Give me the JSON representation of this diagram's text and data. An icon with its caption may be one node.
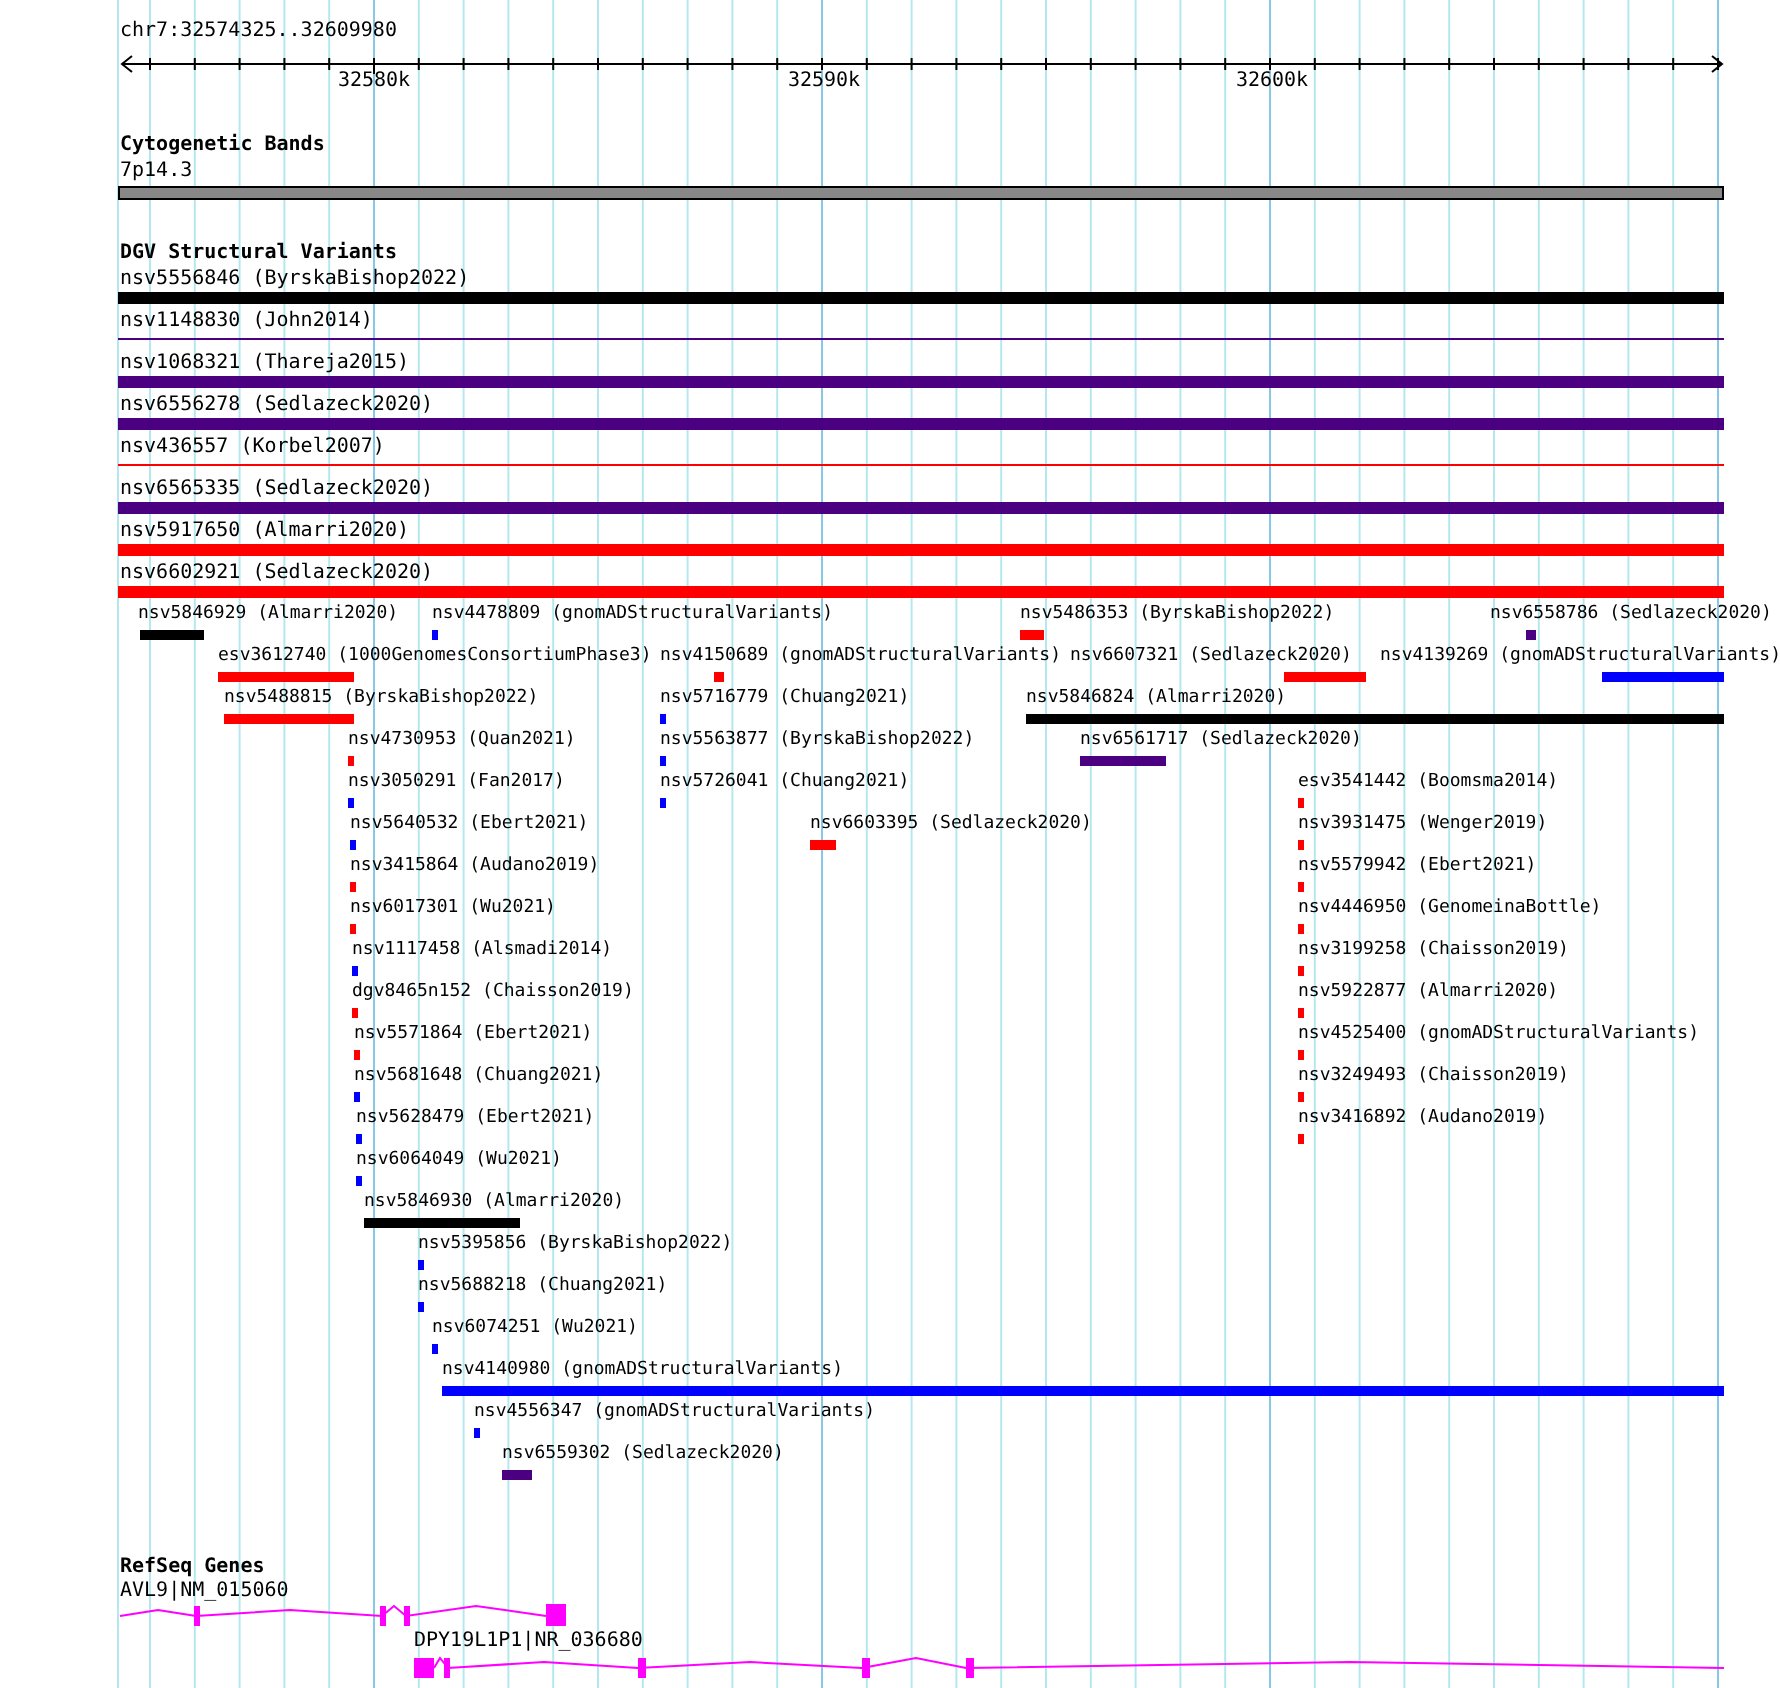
{
  "diagram": {
    "labels": [
      "chr7:32574325..32609980",
      "32580k",
      "32590k",
      "32600k",
      "Cytogenetic Bands",
      "7p14.3",
      "DGV Structural Variants",
      "nsv5556846 (ByrskaBishop2022)",
      "nsv1148830 (John2014)",
      "nsv1068321 (Thareja2015)",
      "nsv6556278 (Sedlazeck2020)",
      "nsv436557 (Korbel2007)",
      "nsv6565335 (Sedlazeck2020)",
      "nsv5917650 (Almarri2020)",
      "nsv6602921 (Sedlazeck2020)",
      "nsv5846929 (Almarri2020)",
      "nsv4478809 (gnomADStructuralVariants)",
      "nsv5486353 (ByrskaBishop2022)",
      "nsv6558786 (Sedlazeck2020)",
      "esv3612740 (1000GenomesConsortiumPhase3)",
      "nsv4150689 (gnomADStructuralVariants)",
      "nsv6607321 (Sedlazeck2020)",
      "nsv4139269 (gnomADStructuralVariants)",
      "nsv5488815 (ByrskaBishop2022)",
      "nsv5716779 (Chuang2021)",
      "nsv5846824 (Almarri2020)",
      "nsv4730953 (Quan2021)",
      "nsv5563877 (ByrskaBishop2022)",
      "nsv6561717 (Sedlazeck2020)",
      "nsv3050291 (Fan2017)",
      "nsv5726041 (Chuang2021)",
      "esv3541442 (Boomsma2014)",
      "nsv5640532 (Ebert2021)",
      "nsv6603395 (Sedlazeck2020)",
      "nsv3931475 (Wenger2019)",
      "nsv3415864 (Audano2019)",
      "nsv5579942 (Ebert2021)",
      "nsv6017301 (Wu2021)",
      "nsv4446950 (GenomeinaBottle)",
      "nsv1117458 (Alsmadi2014)",
      "nsv3199258 (Chaisson2019)",
      "dgv8465n152 (Chaisson2019)",
      "nsv5922877 (Almarri2020)",
      "nsv5571864 (Ebert2021)",
      "nsv4525400 (gnomADStructuralVariants)",
      "nsv5681648 (Chuang2021)",
      "nsv3249493 (Chaisson2019)",
      "nsv5628479 (Ebert2021)",
      "nsv3416892 (Audano2019)",
      "nsv6064049 (Wu2021)",
      "nsv5846930 (Almarri2020)",
      "nsv5395856 (ByrskaBishop2022)",
      "nsv5688218 (Chuang2021)",
      "nsv6074251 (Wu2021)",
      "nsv4140980 (gnomADStructuralVariants)",
      "nsv4556347 (gnomADStructuralVariants)",
      "nsv6559302 (Sedlazeck2020)",
      "RefSeq Genes",
      "AVL9|NM_015060",
      "DPY19L1P1|NR_036680"
    ]
  }
}
